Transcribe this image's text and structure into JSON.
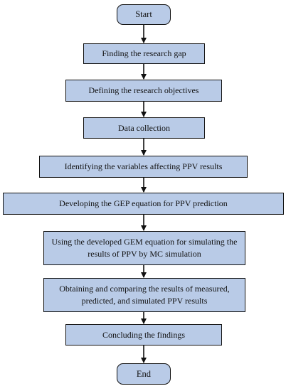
{
  "flowchart": {
    "nodes": [
      {
        "id": "start",
        "label": "Start",
        "shape": "terminal"
      },
      {
        "id": "research-gap",
        "label": "Finding the research gap",
        "shape": "process"
      },
      {
        "id": "research-objectives",
        "label": "Defining the research objectives",
        "shape": "process"
      },
      {
        "id": "data-collection",
        "label": "Data collection",
        "shape": "process"
      },
      {
        "id": "identify-variables",
        "label": "Identifying the variables affecting PPV results",
        "shape": "process"
      },
      {
        "id": "develop-gep",
        "label": "Developing the GEP equation for PPV prediction",
        "shape": "process"
      },
      {
        "id": "mc-simulation",
        "label": "Using the developed GEM equation for simulating the results of PPV by MC simulation",
        "shape": "process"
      },
      {
        "id": "compare-results",
        "label": "Obtaining and comparing the results of measured, predicted, and simulated PPV results",
        "shape": "process"
      },
      {
        "id": "conclude",
        "label": "Concluding the findings",
        "shape": "process"
      },
      {
        "id": "end",
        "label": "End",
        "shape": "terminal"
      }
    ],
    "edges": [
      {
        "from": "start",
        "to": "research-gap"
      },
      {
        "from": "research-gap",
        "to": "research-objectives"
      },
      {
        "from": "research-objectives",
        "to": "data-collection"
      },
      {
        "from": "data-collection",
        "to": "identify-variables"
      },
      {
        "from": "identify-variables",
        "to": "develop-gep"
      },
      {
        "from": "develop-gep",
        "to": "mc-simulation"
      },
      {
        "from": "mc-simulation",
        "to": "compare-results"
      },
      {
        "from": "compare-results",
        "to": "conclude"
      },
      {
        "from": "conclude",
        "to": "end"
      }
    ],
    "colors": {
      "box_fill": "#b9cbe7",
      "border": "#111111",
      "arrow": "#111111",
      "background": "#ffffff"
    }
  }
}
